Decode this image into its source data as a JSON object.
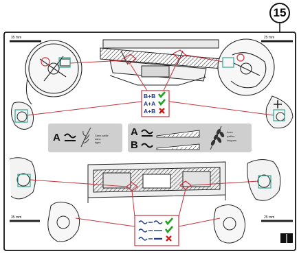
{
  "callout_number": "15",
  "torque_labels": {
    "top_left": "35 mm",
    "top_right": "25 mm",
    "bottom_left": "35 mm",
    "bottom_right": "25 mm"
  },
  "center_rules": [
    {
      "text": "B+B",
      "status": "ok"
    },
    {
      "text": "A+A",
      "status": "ok"
    },
    {
      "text": "A+B",
      "status": "bad"
    }
  ],
  "left_panel": {
    "letter": "A",
    "caption": [
      "Sans paille",
      "sans",
      "tiges"
    ]
  },
  "right_panel": {
    "rows": [
      {
        "letter": "A"
      },
      {
        "letter": "B"
      }
    ],
    "caption": [
      "Avec",
      "pailles",
      "longues"
    ]
  },
  "bottom_rules": [
    {
      "status": "ok"
    },
    {
      "status": "ok"
    },
    {
      "status": "bad"
    }
  ],
  "colors": {
    "ok": "#21a31f",
    "bad": "#d11a1a",
    "link": "#c8323c",
    "panel": "#cfcfcf",
    "rule_text": "#1d3a8a"
  },
  "icons": [
    "book-icon"
  ]
}
